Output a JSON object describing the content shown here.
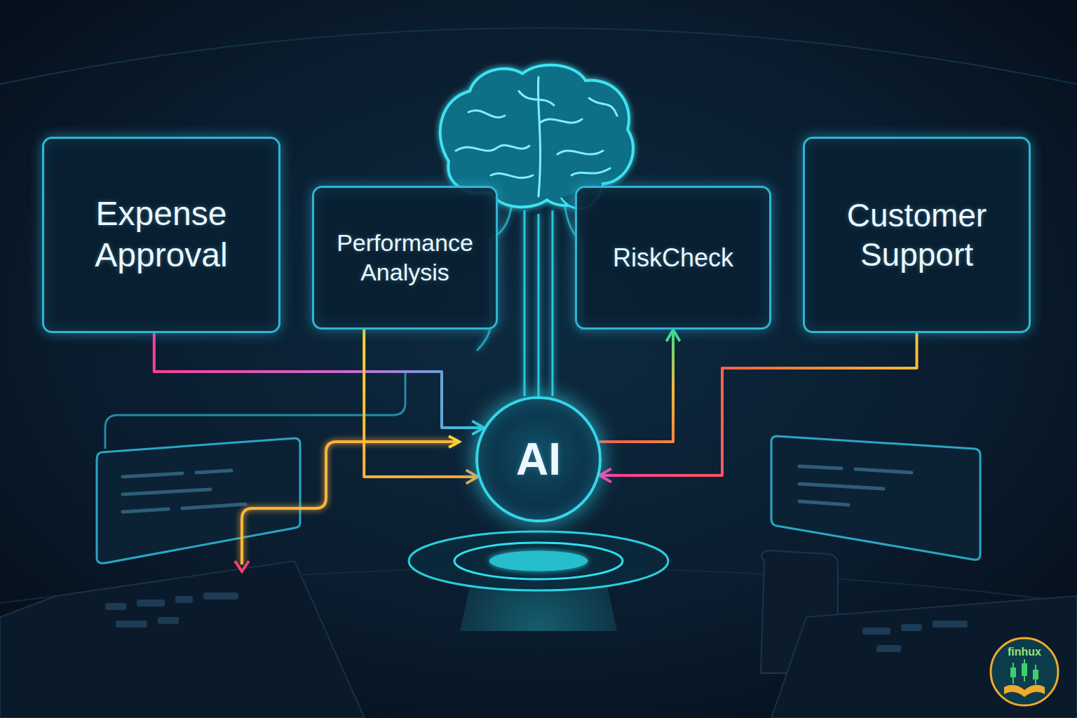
{
  "diagram": {
    "nodes": [
      {
        "text": [
          "Expense Approval"
        ]
      },
      {
        "text": [
          "Performance Analysis"
        ]
      },
      {
        "text": [
          "RiskCheck"
        ]
      },
      {
        "text": [
          "Customer Support"
        ]
      },
      {
        "text": [
          "AI"
        ]
      }
    ],
    "edges": [
      {
        "from": 0,
        "to": 4,
        "arrow": "to"
      },
      {
        "from": 1,
        "to": 4,
        "arrow": "to"
      },
      {
        "from": 4,
        "to": 2,
        "arrow": "to"
      },
      {
        "from": 3,
        "to": 4,
        "arrow": "to"
      }
    ],
    "labels": [
      "finhux"
    ]
  }
}
